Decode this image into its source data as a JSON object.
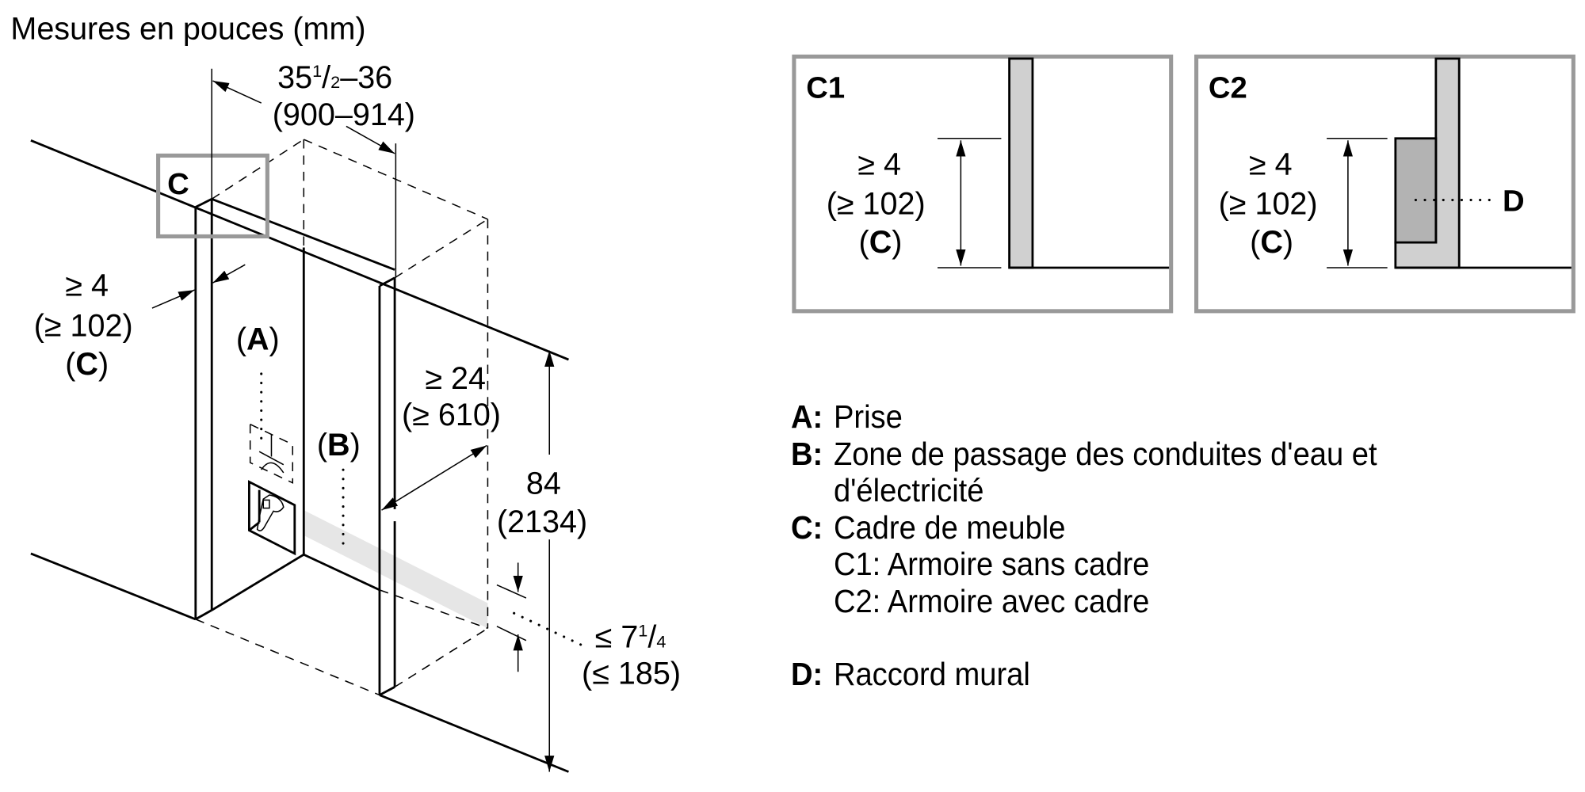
{
  "title": "Mesures en pouces (mm)",
  "colors": {
    "frame_gray": "#999999",
    "panel_fill": "#d0d0d0",
    "connector_fill": "#b3b3b3",
    "zone_fill": "#e6e6e6",
    "ink": "#000000"
  },
  "main_diagram": {
    "width_dim": {
      "inches_whole": "35",
      "inches_num": "1",
      "inches_den": "2",
      "inches_rest": "–36",
      "mm": "(900–914)"
    },
    "detail_marker": "C",
    "frame_dim": {
      "inches": "≥ 4",
      "mm": "(≥ 102)",
      "ref_open": "(",
      "ref": "C",
      "ref_close": ")"
    },
    "label_a": {
      "open": "(",
      "letter": "A",
      "close": ")"
    },
    "label_b": {
      "open": "(",
      "letter": "B",
      "close": ")"
    },
    "depth_dim": {
      "inches": "≥ 24",
      "mm": "(≥ 610)"
    },
    "height_dim": {
      "inches": "84",
      "mm": "(2134)"
    },
    "zone_dim": {
      "prefix": "≤ 7",
      "num": "1",
      "den": "4",
      "mm": "(≤ 185)"
    },
    "icons": [
      "outlet-icon",
      "water-valve-icon"
    ]
  },
  "details": [
    {
      "id": "C1",
      "label": "C1",
      "dim": {
        "inches": "≥ 4",
        "mm": "(≥ 102)",
        "ref_open": "(",
        "ref": "C",
        "ref_close": ")"
      }
    },
    {
      "id": "C2",
      "label": "C2",
      "dim": {
        "inches": "≥ 4",
        "mm": "(≥ 102)",
        "ref_open": "(",
        "ref": "C",
        "ref_close": ")"
      },
      "callout": "D"
    }
  ],
  "legend": {
    "items": [
      {
        "key": "A:",
        "text": "Prise"
      },
      {
        "key": "B:",
        "text": "Zone de passage des conduites d'eau et",
        "text_cont": "d'électricité"
      },
      {
        "key": "C:",
        "text": "Cadre de meuble",
        "subs": [
          "C1: Armoire sans cadre",
          "C2: Armoire avec cadre"
        ]
      },
      {
        "key": "D:",
        "text": "Raccord mural"
      }
    ]
  }
}
